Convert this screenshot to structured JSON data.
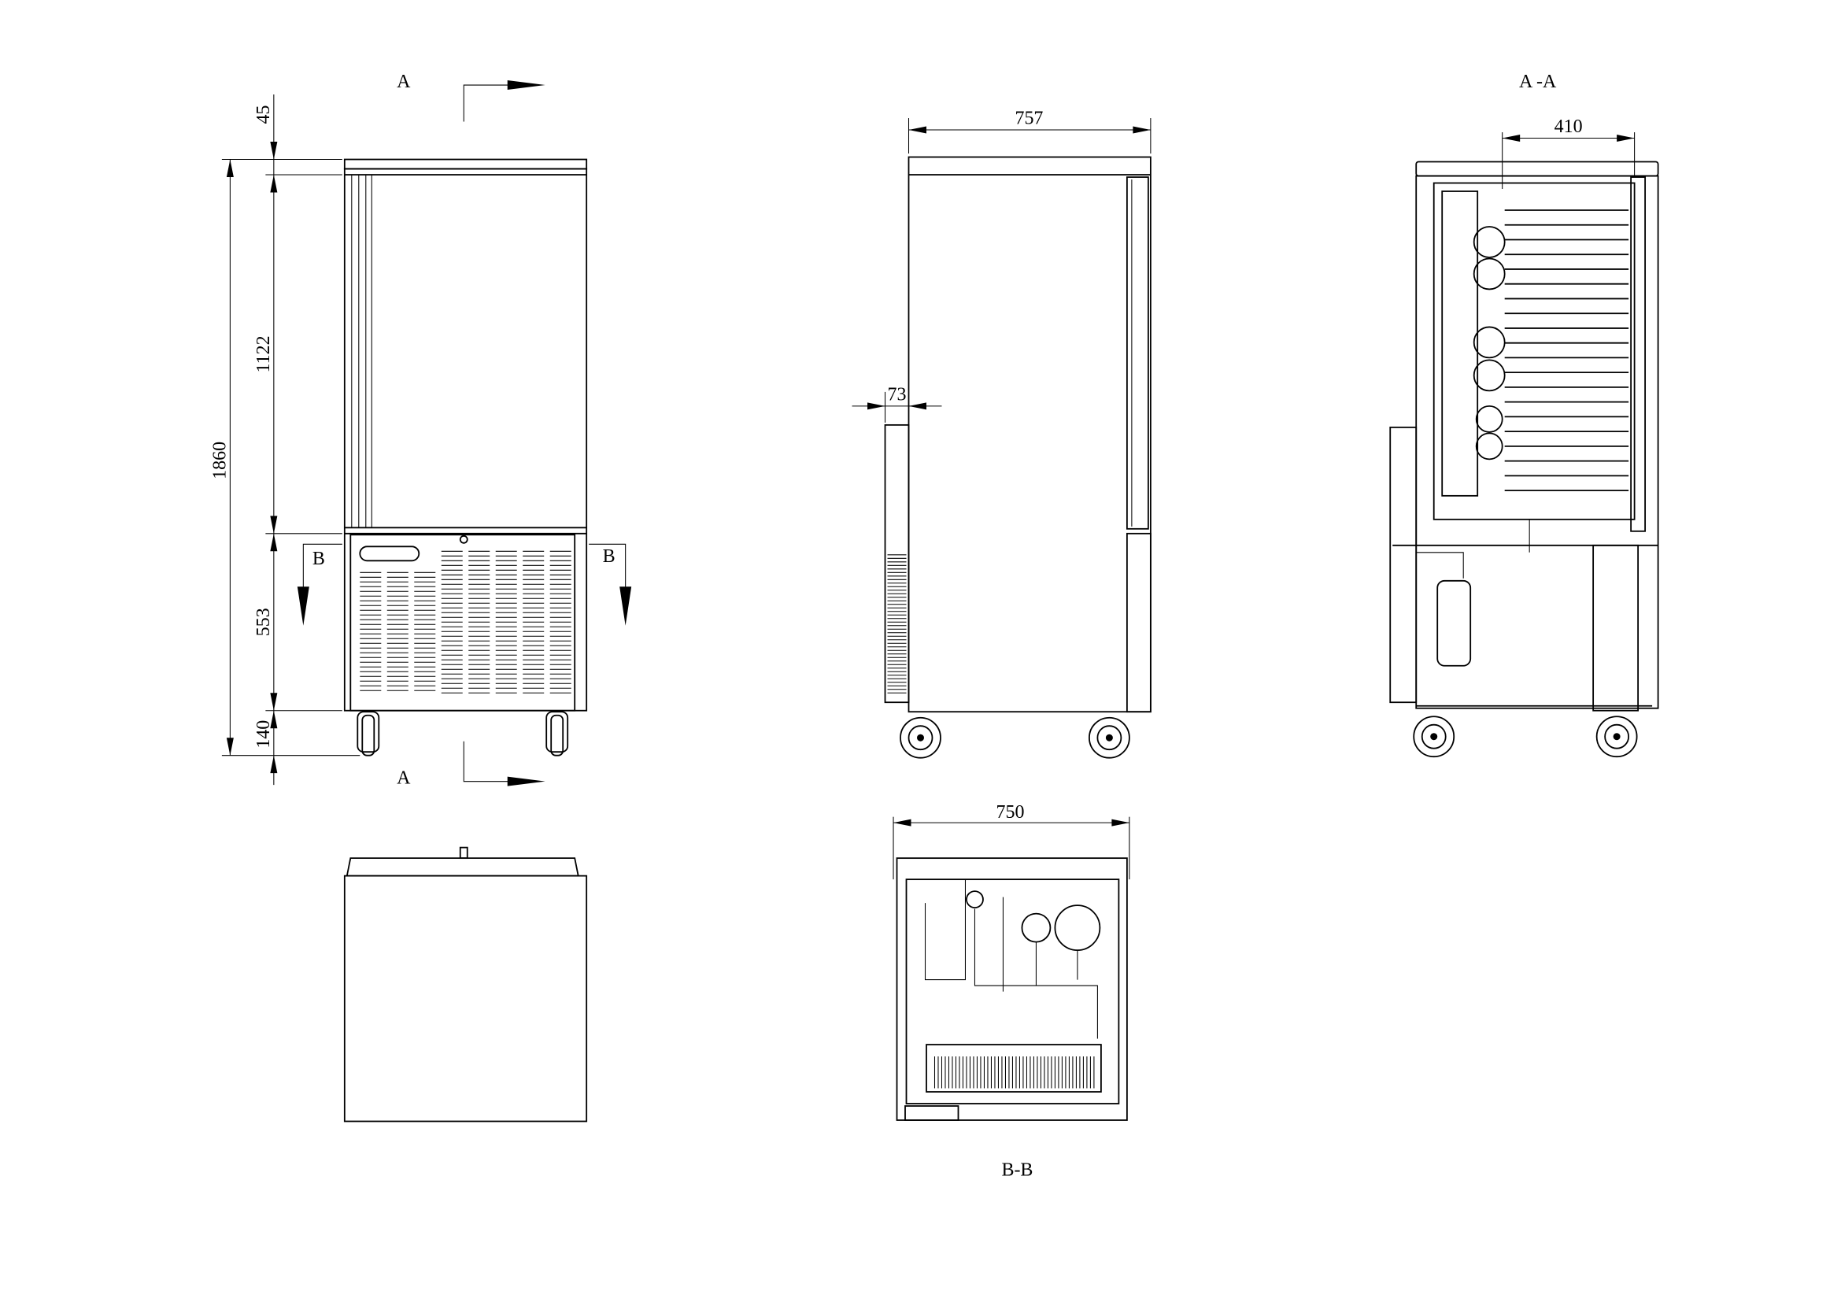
{
  "front_view": {
    "dims": {
      "top_cap": "45",
      "door": "1122",
      "total": "1860",
      "machine": "553",
      "wheels": "140"
    },
    "section_a_top": "A",
    "section_a_bottom": "A",
    "section_b_left": "B",
    "section_b_right": "B"
  },
  "side_view": {
    "dims": {
      "depth": "757",
      "offset": "73"
    }
  },
  "section_aa": {
    "title": "A -A",
    "dims": {
      "inner": "410"
    }
  },
  "section_bb": {
    "title": "B-B",
    "dims": {
      "width": "750"
    }
  }
}
